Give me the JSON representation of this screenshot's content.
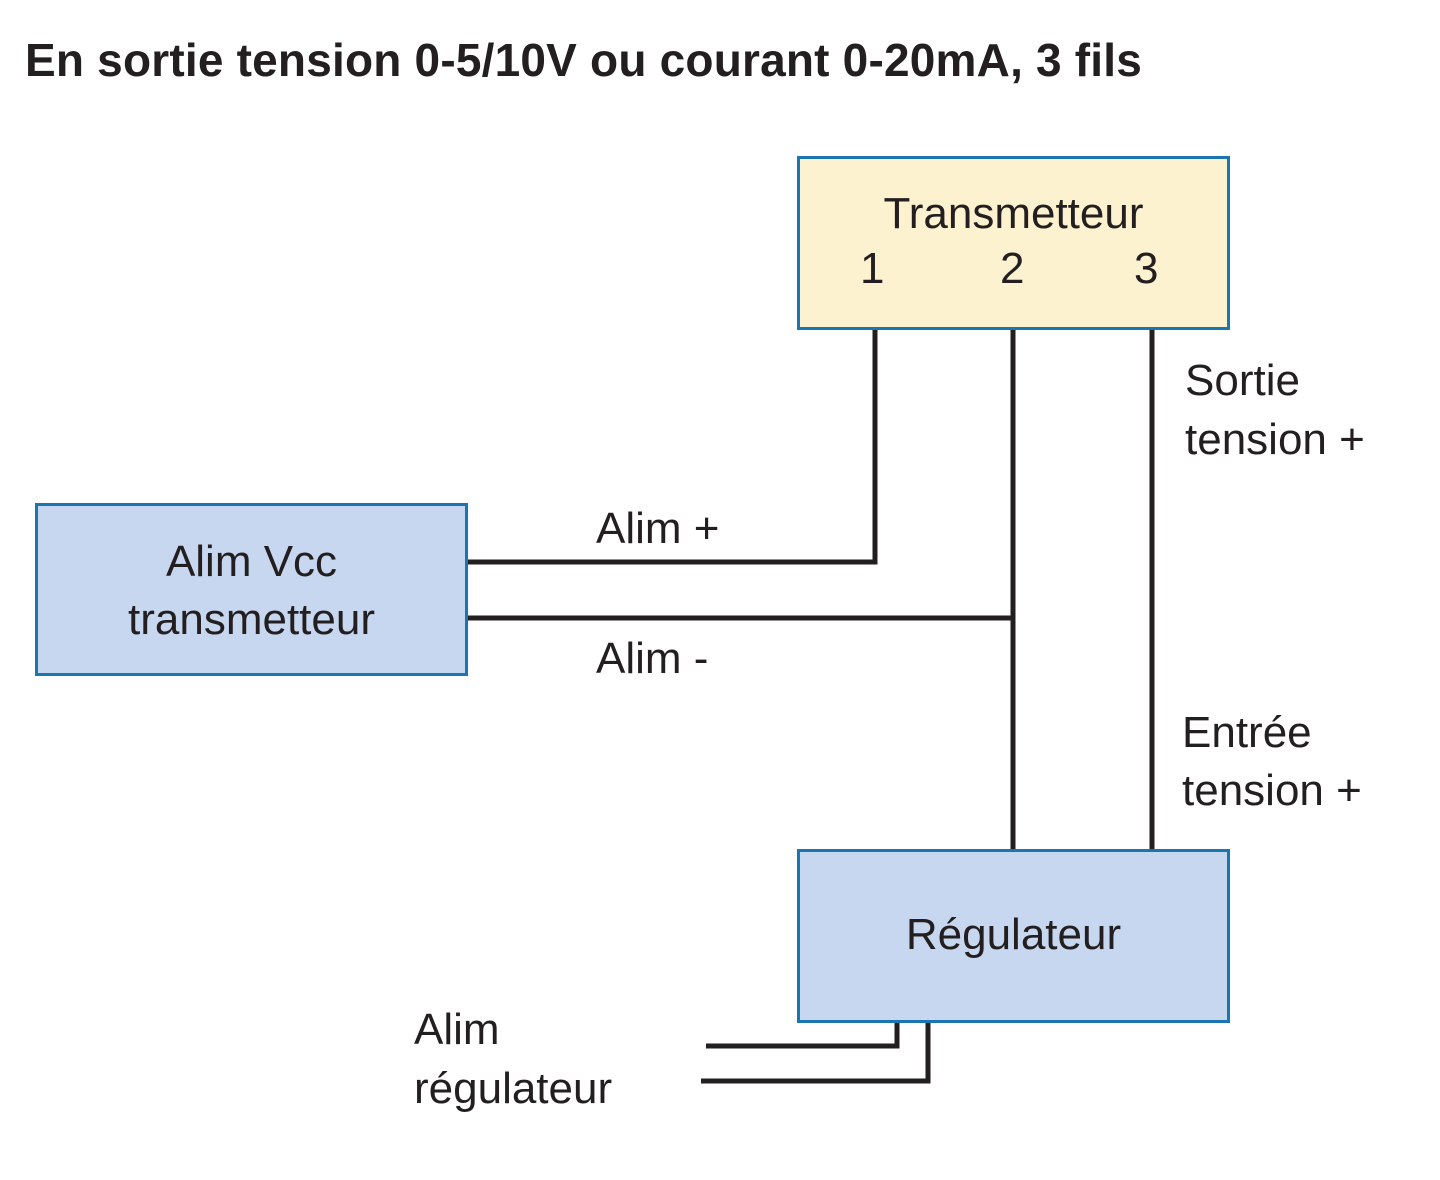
{
  "title": "En sortie tension 0-5/10V ou courant 0-20mA, 3 fils",
  "transmetteur": {
    "label": "Transmetteur",
    "pin1": "1",
    "pin2": "2",
    "pin3": "3"
  },
  "alim_vcc": {
    "line1": "Alim Vcc",
    "line2": "transmetteur"
  },
  "regulateur": {
    "label": "Régulateur"
  },
  "labels": {
    "alim_plus": "Alim +",
    "alim_minus": "Alim -",
    "sortie_line1": "Sortie",
    "sortie_line2": "tension +",
    "entree_line1": "Entrée",
    "entree_line2": "tension +",
    "alim_reg_line1": "Alim",
    "alim_reg_line2": "régulateur"
  },
  "colors": {
    "box_border": "#1a75b0",
    "transmetteur_fill": "#fcf2cf",
    "box_fill": "#c8d7f0",
    "wire": "#231f20"
  }
}
